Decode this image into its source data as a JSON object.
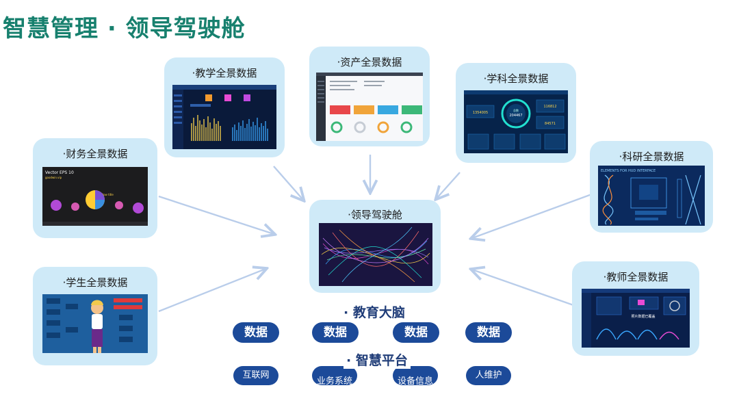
{
  "title": "智慧管理 · 领导驾驶舱",
  "cards": {
    "teaching": "·教学全景数据",
    "assets": "·资产全景数据",
    "subject": "·学科全景数据",
    "finance": "·财务全景数据",
    "research": "·科研全景数据",
    "cockpit": "·领导驾驶舱",
    "student": "·学生全景数据",
    "teacher": "·教师全景数据"
  },
  "finance_shot": {
    "text1": "Vector EPS 10",
    "text2": "goodwin.vip",
    "text3": "yellow title"
  },
  "subject_shot": {
    "label": "总数",
    "value1": "204467",
    "value2": "116812",
    "value3": "1354005",
    "value4": "84571"
  },
  "research_shot": {
    "header": "ELEMENTS FOR HUD INTERFACE"
  },
  "teacher_shot": {
    "label": "照片数据已覆盖"
  },
  "brain": {
    "label": "· 教育大脑",
    "pills": [
      "数据",
      "数据",
      "数据",
      "数据"
    ]
  },
  "platform": {
    "label": "· 智慧平台",
    "pills": [
      "互联网",
      "业务系统",
      "设备信息",
      "人维护"
    ]
  },
  "colors": {
    "title": "#17806e",
    "card_bg": "#cfeaf8",
    "pill": "#1c4a99",
    "arrow": "#b9cdea"
  }
}
